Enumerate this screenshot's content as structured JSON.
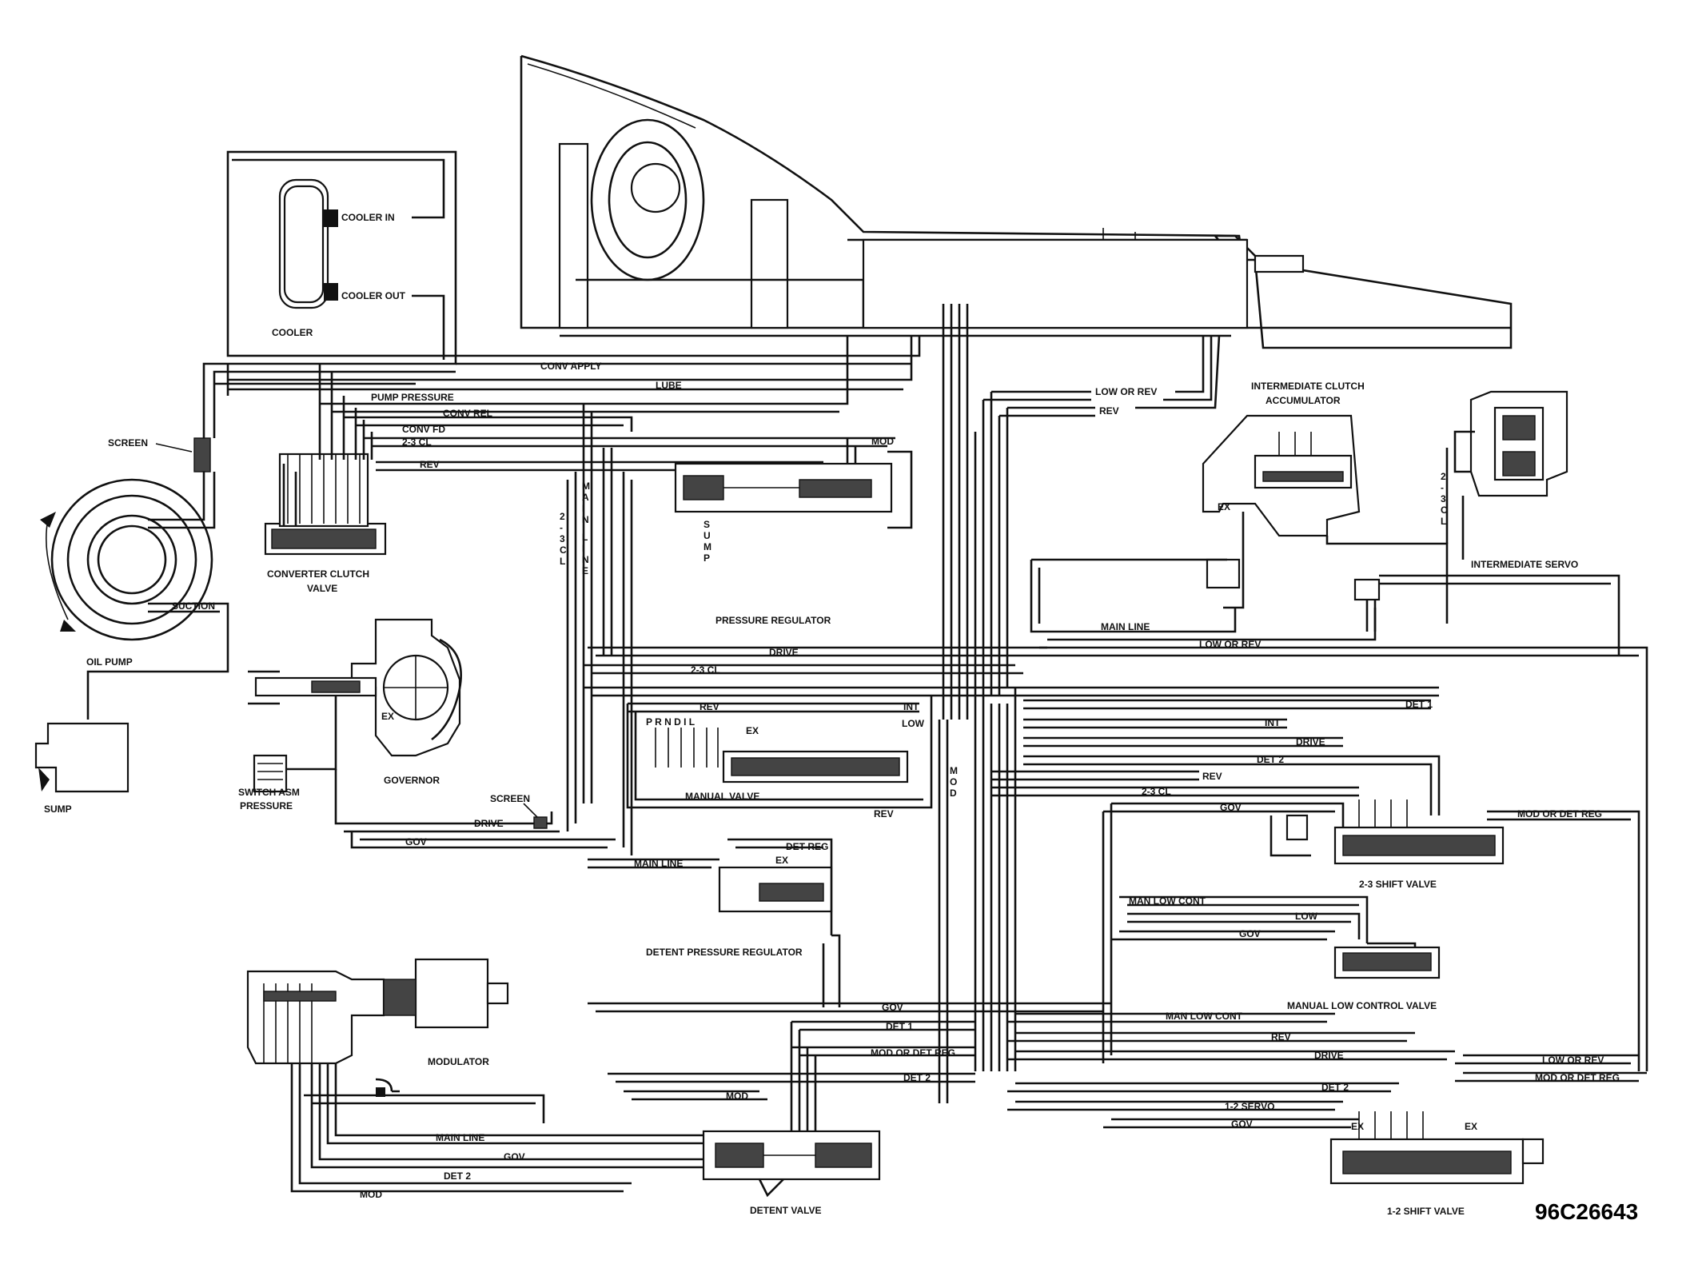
{
  "figure_id": "96C26643",
  "components": {
    "cooler": "COOLER",
    "screen_top": "SCREEN",
    "oil_pump": "OIL PUMP",
    "sump": "SUMP",
    "converter_clutch_valve": "CONVERTER CLUTCH VALVE",
    "governor": "GOVERNOR",
    "switch_asm_pressure": "SWITCH ASM PRESSURE",
    "screen_drive": "SCREEN",
    "pressure_regulator": "PRESSURE REGULATOR",
    "manual_valve": "MANUAL VALVE",
    "detent_pressure_regulator": "DETENT PRESSURE REGULATOR",
    "modulator": "MODULATOR",
    "detent_valve": "DETENT VALVE",
    "intermediate_clutch_accumulator": "INTERMEDIATE CLUTCH ACCUMULATOR",
    "intermediate_servo": "INTERMEDIATE SERVO",
    "shift_valve_23": "2-3 SHIFT VALVE",
    "manual_low_control_valve": "MANUAL LOW CONTROL VALVE",
    "shift_valve_12": "1-2 SHIFT VALVE"
  },
  "lines": {
    "cooler_in": "COOLER IN",
    "cooler_out": "COOLER OUT",
    "conv_apply": "CONV APPLY",
    "lube": "LUBE",
    "pump_pressure": "PUMP PRESSURE",
    "conv_rel": "CONV REL",
    "conv_fd": "CONV FD",
    "cl23_top": "2-3 CL",
    "rev_top": "REV",
    "suction": "SUCTION",
    "low_or_rev_top": "LOW OR REV",
    "rev_upper": "REV",
    "mod_top": "MOD",
    "main_line_right": "MAIN LINE",
    "low_or_rev_right": "LOW OR REV",
    "drive_mid": "DRIVE",
    "cl23_mid": "2-3 CL",
    "rev_manual": "REV",
    "int_manual": "INT",
    "low_manual": "LOW",
    "ex_manual": "EX",
    "rev_manual_bottom": "REV",
    "det1_right": "DET 1",
    "int_right": "INT",
    "drive_right": "DRIVE",
    "det2_right": "DET 2",
    "rev_right": "REV",
    "cl23_right": "2-3 CL",
    "gov_right": "GOV",
    "mod_or_det_reg_right": "MOD OR DET REG",
    "drive_gov": "DRIVE",
    "gov_left": "GOV",
    "main_line_detent": "MAIN LINE",
    "det_reg": "DET REG",
    "man_low_cont_upper": "MAN LOW CONT",
    "low_mlc": "LOW",
    "gov_mlc": "GOV",
    "gov_lower": "GOV",
    "man_low_cont_lower": "MAN LOW CONT",
    "det1_lower": "DET 1",
    "rev_lower": "REV",
    "mod_or_det_reg_lower": "MOD OR DET REG",
    "drive_lower": "DRIVE",
    "low_or_rev_lower": "LOW OR REV",
    "det2_lower": "DET 2",
    "mod_or_det_reg_lower2": "MOD OR DET REG",
    "mod_lower": "MOD",
    "det2_lower2": "DET 2",
    "servo_12": "1-2 SERVO",
    "gov_12": "GOV",
    "main_line_bottom": "MAIN LINE",
    "gov_bottom": "GOV",
    "det2_bottom": "DET 2",
    "mod_bottom": "MOD"
  },
  "vertical_labels": {
    "main_line_v": "MAIN LINE",
    "cl23_v": "2-3CL",
    "sump_v": "SUMP",
    "mod_v": "MOD",
    "cl23_servo_v": "2-3CL",
    "ex_gov": "EX"
  },
  "manual_positions": "P R N D I L"
}
